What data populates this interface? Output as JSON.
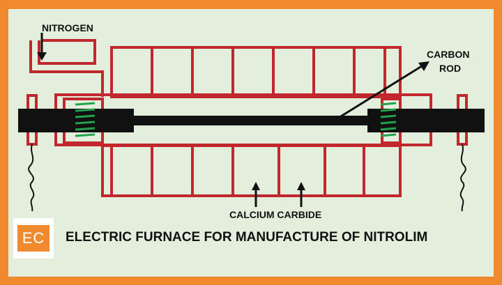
{
  "labels": {
    "nitrogen": "NITROGEN",
    "carbon_rod_line1": "CARBON",
    "carbon_rod_line2": "ROD",
    "calcium_carbide": "CALCIUM CARBIDE"
  },
  "caption": "ELECTRIC FURNACE FOR MANUFACTURE OF NITROLIM",
  "logo_text": "EC",
  "colors": {
    "border": "#f08a2e",
    "background": "#e3efdc",
    "furnace": "#c0282d",
    "rod": "#111111",
    "coil": "#22a24a"
  }
}
